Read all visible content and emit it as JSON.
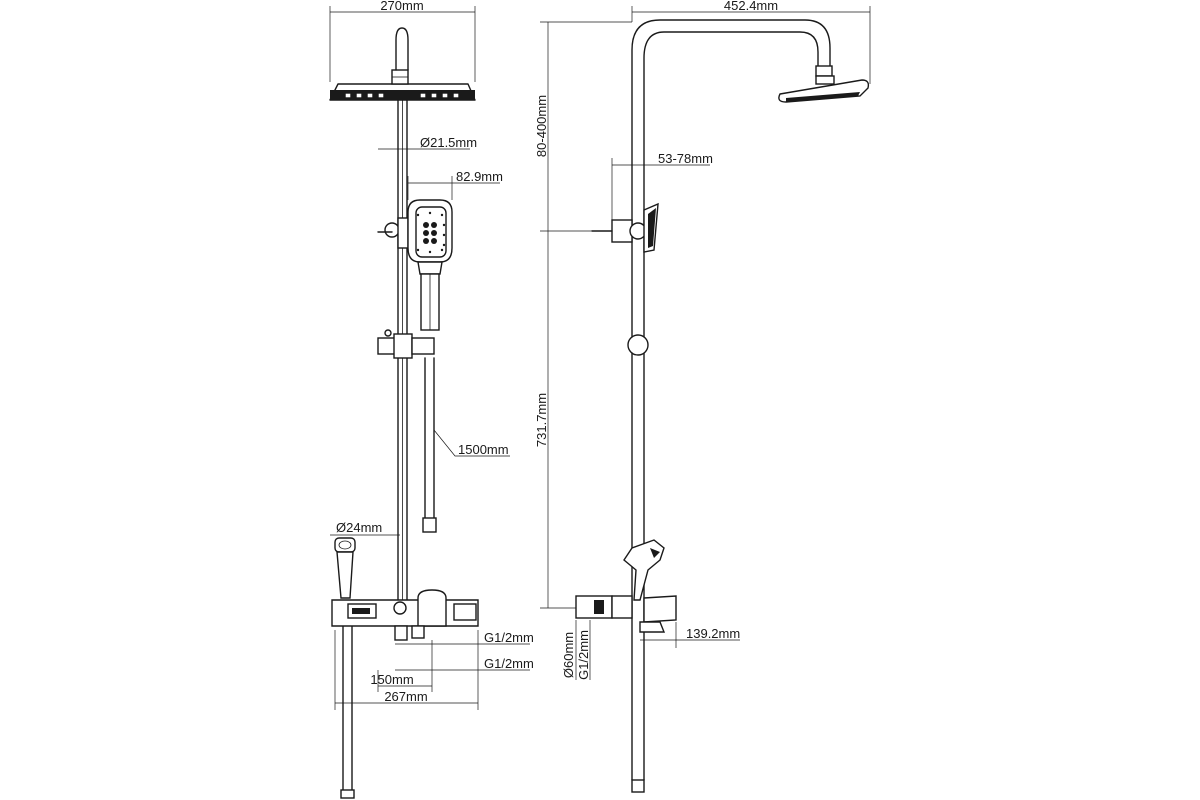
{
  "front_view": {
    "showerhead_width": "270mm",
    "riser_diameter": "Ø21.5mm",
    "hand_shower_width": "82.9mm",
    "hose_length": "1500mm",
    "hand_shower_diameter": "Ø24mm",
    "inlet_thread_upper": "G1/2mm",
    "inlet_thread_lower": "G1/2mm",
    "inlet_spacing": "150mm",
    "mixer_width": "267mm"
  },
  "side_view": {
    "arm_reach": "452.4mm",
    "height_adjust_range": "80-400mm",
    "bracket_offset": "53-78mm",
    "riser_length": "731.7mm",
    "flange_diameter": "Ø60mm",
    "inlet_thread": "G1/2mm",
    "spout_projection": "139.2mm"
  }
}
